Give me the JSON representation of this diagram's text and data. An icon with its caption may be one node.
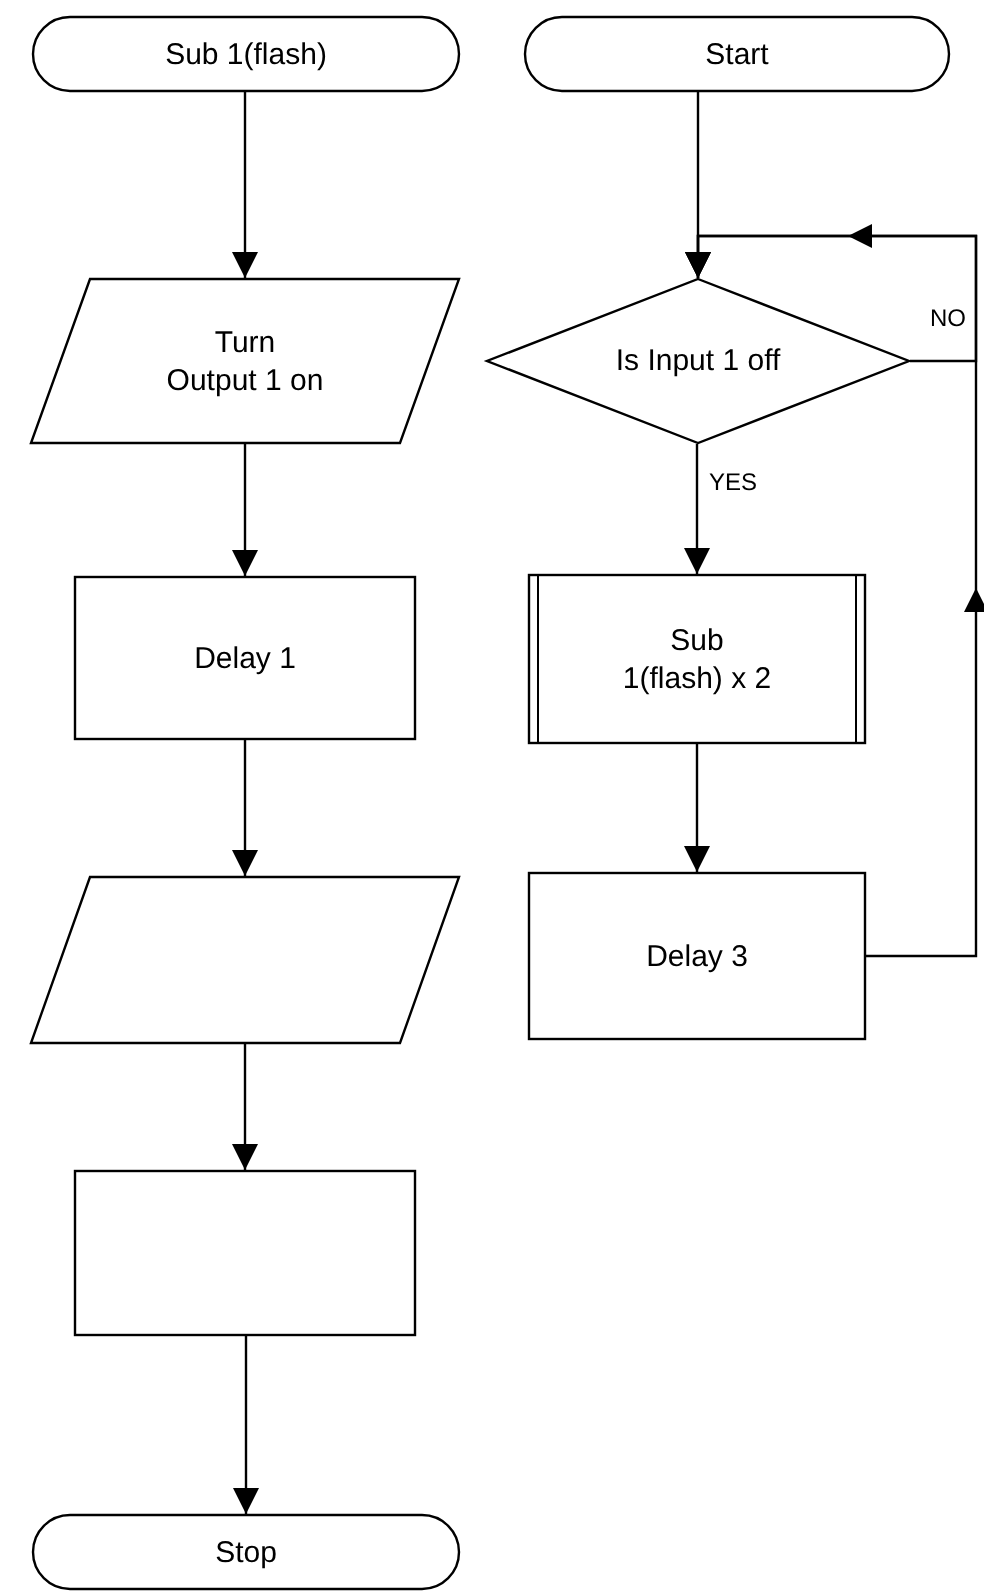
{
  "diagram": {
    "nodes": [
      {
        "text": [
          "Sub 1(flash)"
        ]
      },
      {
        "text": [
          "Turn Output 1 on"
        ]
      },
      {
        "text": [
          "Delay 1"
        ]
      },
      {
        "text": [],
        "shape": "parallelogram"
      },
      {
        "text": [],
        "shape": "box"
      },
      {
        "text": [
          "Stop"
        ]
      },
      {
        "text": [
          "Start"
        ]
      },
      {
        "text": [
          "Is Input 1 off"
        ]
      },
      {
        "text": [
          "Sub 1(flash) x 2"
        ]
      },
      {
        "text": [
          "Delay 3"
        ]
      }
    ],
    "edges": [
      {
        "from": 0,
        "to": 1,
        "arrow": "to"
      },
      {
        "from": 1,
        "to": 2,
        "arrow": "to"
      },
      {
        "from": 2,
        "to": 3,
        "arrow": "to"
      },
      {
        "from": 3,
        "to": 4,
        "arrow": "to"
      },
      {
        "from": 4,
        "to": 5,
        "arrow": "to"
      },
      {
        "from": 6,
        "to": 7,
        "arrow": "to"
      },
      {
        "from": 7,
        "to": 8,
        "label": "YES",
        "arrow": "to"
      },
      {
        "from": 8,
        "to": 9,
        "arrow": "to"
      },
      {
        "from": 7,
        "to": 7,
        "label": "NO",
        "arrow": "to"
      },
      {
        "from": 9,
        "to": 7,
        "arrow": "to"
      }
    ]
  }
}
